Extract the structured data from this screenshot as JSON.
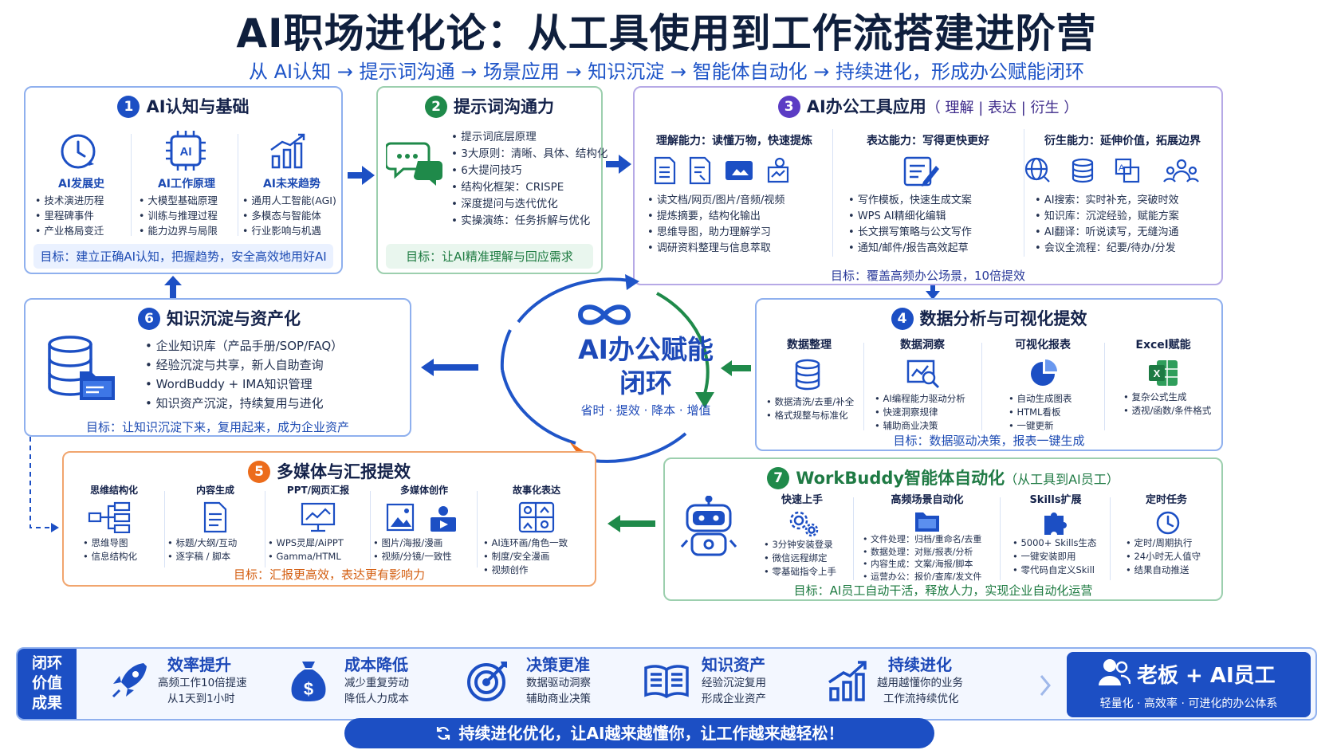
{
  "title": "AI职场进化论：从工具使用到工作流搭建进阶营",
  "subtitle": "从 AI认知 → 提示词沟通 → 场景应用 → 知识沉淀 → 智能体自动化 → 持续进化，形成办公赋能闭环",
  "center": {
    "title_line1": "AI办公赋能",
    "title_line2": "闭环",
    "subtitle": "省时 · 提效 · 降本 · 增值"
  },
  "module1": {
    "num": "1",
    "title": "AI认知与基础",
    "columns": [
      {
        "title": "AI发展史",
        "items": [
          "技术演进历程",
          "里程碑事件",
          "产业格局变迁"
        ]
      },
      {
        "title": "AI工作原理",
        "items": [
          "大模型基础原理",
          "训练与推理过程",
          "能力边界与局限"
        ]
      },
      {
        "title": "AI未来趋势",
        "items": [
          "通用人工智能(AGI)",
          "多模态与智能体",
          "行业影响与机遇"
        ]
      }
    ],
    "goal": "目标：建立正确AI认知，把握趋势，安全高效地用好AI"
  },
  "module2": {
    "num": "2",
    "title": "提示词沟通力",
    "items": [
      "提示词底层原理",
      "3大原则：清晰、具体、结构化",
      "6大提问技巧",
      "结构化框架：CRISPE",
      "深度提问与迭代优化",
      "实操演练：任务拆解与优化"
    ],
    "goal": "目标：让AI精准理解与回应需求"
  },
  "module3": {
    "num": "3",
    "title": "AI办公工具应用",
    "title_suffix": "（ 理解 | 表达 | 衍生 ）",
    "columns": [
      {
        "title": "理解能力：读懂万物，快速提炼",
        "items": [
          "读文档/网页/图片/音频/视频",
          "提炼摘要，结构化输出",
          "思维导图，助力理解学习",
          "调研资料整理与信息萃取"
        ]
      },
      {
        "title": "表达能力：写得更快更好",
        "items": [
          "写作模板，快速生成文案",
          "WPS AI精细化编辑",
          "长文撰写策略与公文写作",
          "通知/邮件/报告高效起草"
        ]
      },
      {
        "title": "衍生能力：延伸价值，拓展边界",
        "items": [
          "AI搜索：实时补充，突破时效",
          "知识库：沉淀经验，赋能方案",
          "AI翻译：听说读写，无缝沟通",
          "会议全流程：纪要/待办/分发"
        ]
      }
    ],
    "goal": "目标：覆盖高频办公场景，10倍提效"
  },
  "module4": {
    "num": "4",
    "title": "数据分析与可视化提效",
    "columns": [
      {
        "title": "数据整理",
        "items": [
          "数据清洗/去重/补全",
          "格式规整与标准化"
        ]
      },
      {
        "title": "数据洞察",
        "items": [
          "AI编程能力驱动分析",
          "快速洞察规律",
          "辅助商业决策"
        ]
      },
      {
        "title": "可视化报表",
        "items": [
          "自动生成图表",
          "HTML看板",
          "一键更新"
        ]
      },
      {
        "title": "Excel赋能",
        "items": [
          "复杂公式生成",
          "透视/函数/条件格式"
        ]
      }
    ],
    "goal": "目标：数据驱动决策，报表一键生成"
  },
  "module5": {
    "num": "5",
    "title": "多媒体与汇报提效",
    "columns": [
      {
        "title": "思维结构化",
        "items": [
          "思维导图",
          "信息结构化"
        ]
      },
      {
        "title": "内容生成",
        "items": [
          "标题/大纲/互动",
          "逐字稿 / 脚本"
        ]
      },
      {
        "title": "PPT/网页汇报",
        "items": [
          "WPS灵犀/AiPPT",
          "Gamma/HTML"
        ]
      },
      {
        "title": "多媒体创作",
        "items": [
          "图片/海报/漫画",
          "视频/分镜/一致性"
        ]
      },
      {
        "title": "故事化表达",
        "items": [
          "AI连环画/角色一致",
          "制度/安全漫画",
          "视频创作"
        ]
      }
    ],
    "goal": "目标：汇报更高效，表达更有影响力"
  },
  "module6": {
    "num": "6",
    "title": "知识沉淀与资产化",
    "items": [
      "企业知识库（产品手册/SOP/FAQ）",
      "经验沉淀与共享，新人自助查询",
      "WordBuddy + IMA知识管理",
      "知识资产沉淀，持续复用与进化"
    ],
    "goal": "目标：让知识沉淀下来，复用起来，成为企业资产"
  },
  "module7": {
    "num": "7",
    "title": "WorkBuddy智能体自动化",
    "title_suffix": "（从工具到AI员工）",
    "columns": [
      {
        "title": "快速上手",
        "items": [
          "3分钟安装登录",
          "微信远程绑定",
          "零基础指令上手"
        ]
      },
      {
        "title": "高频场景自动化",
        "items": [
          "文件处理：归档/重命名/去重",
          "数据处理：对账/报表/分析",
          "内容生成：文案/海报/脚本",
          "运营办公：报价/查库/发文件"
        ]
      },
      {
        "title": "Skills扩展",
        "items": [
          "5000+ Skills生态",
          "一键安装即用",
          "零代码自定义Skill"
        ]
      },
      {
        "title": "定时任务",
        "items": [
          "定时/周期执行",
          "24小时无人值守",
          "结果自动推送"
        ]
      }
    ],
    "goal": "目标：AI员工自动干活，释放人力，实现企业自动化运营"
  },
  "bottom": {
    "label": "闭环价值成果",
    "label_lines": [
      "闭环",
      "价值",
      "成果"
    ],
    "items": [
      {
        "title": "效率提升",
        "lines": [
          "高频工作10倍提速",
          "从1天到1小时"
        ]
      },
      {
        "title": "成本降低",
        "lines": [
          "减少重复劳动",
          "降低人力成本"
        ]
      },
      {
        "title": "决策更准",
        "lines": [
          "数据驱动洞察",
          "辅助商业决策"
        ]
      },
      {
        "title": "知识资产",
        "lines": [
          "经验沉淀复用",
          "形成企业资产"
        ]
      },
      {
        "title": "持续进化",
        "lines": [
          "越用越懂你的业务",
          "工作流持续优化"
        ]
      }
    ],
    "boss": {
      "title": "老板 + AI员工",
      "subtitle": "轻量化 · 高效率 · 可进化的办公体系"
    }
  },
  "footer": "持续进化优化，让AI越来越懂你，让工作越来越轻松！",
  "colors": {
    "blue": "#1c4fc4",
    "green": "#1f8a4a",
    "purple": "#5b3cc4",
    "orange": "#ec6c1b",
    "title": "#0f1f3d"
  },
  "icons": [
    "clock-icon",
    "ai-chip-icon",
    "trend-chart-icon",
    "chat-bubble-icon",
    "document-icon",
    "database-icon",
    "robot-icon",
    "rocket-icon",
    "money-bag-icon",
    "target-icon",
    "book-icon",
    "bar-growth-icon",
    "team-icon",
    "refresh-icon",
    "infinity-icon"
  ]
}
